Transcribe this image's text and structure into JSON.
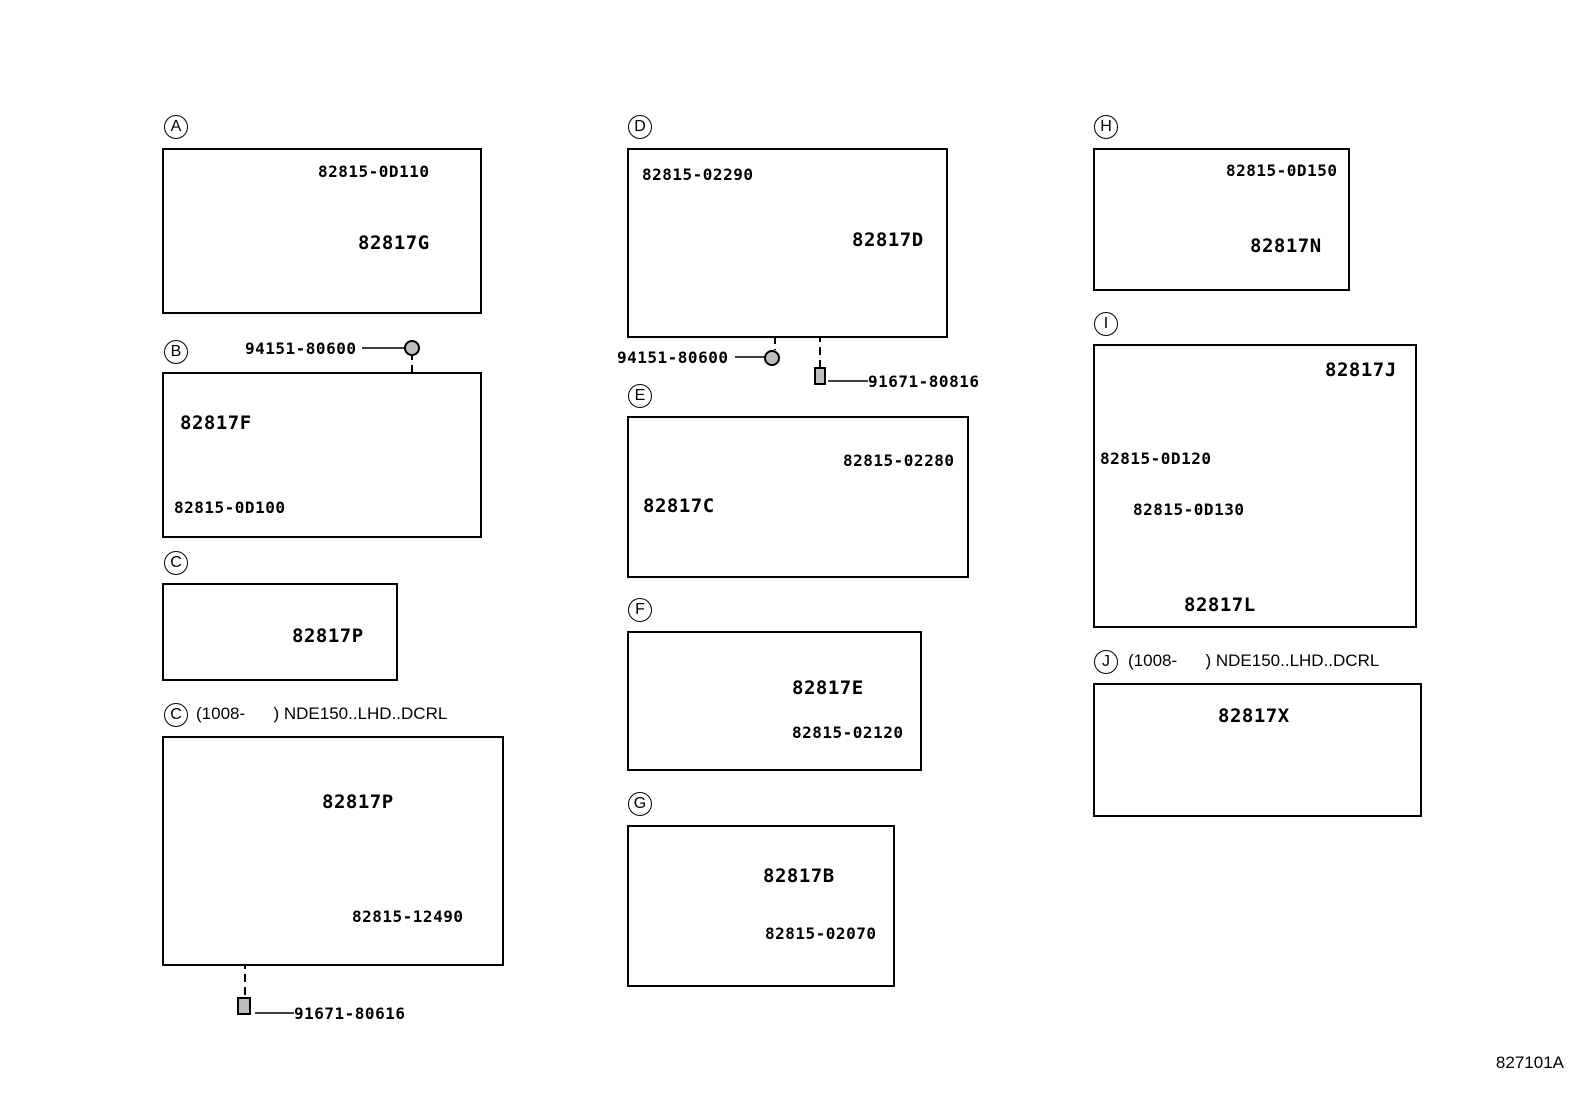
{
  "diagram_code": "827101A",
  "groups": [
    {
      "id": "A",
      "note": "",
      "parts": [
        "82815-0D110",
        "82817G"
      ]
    },
    {
      "id": "B",
      "note": "",
      "parts": [
        "94151-80600",
        "82817F",
        "82815-0D100"
      ]
    },
    {
      "id": "C",
      "note": "",
      "parts": [
        "82817P"
      ]
    },
    {
      "id": "C",
      "note": "(1008-      ) NDE150..LHD..DCRL",
      "parts": [
        "82817P",
        "82815-12490",
        "91671-80616"
      ]
    },
    {
      "id": "D",
      "note": "",
      "parts": [
        "82815-02290",
        "82817D",
        "94151-80600",
        "91671-80816"
      ]
    },
    {
      "id": "E",
      "note": "",
      "parts": [
        "82815-02280",
        "82817C"
      ]
    },
    {
      "id": "F",
      "note": "",
      "parts": [
        "82817E",
        "82815-02120"
      ]
    },
    {
      "id": "G",
      "note": "",
      "parts": [
        "82817B",
        "82815-02070"
      ]
    },
    {
      "id": "H",
      "note": "",
      "parts": [
        "82815-0D150",
        "82817N"
      ]
    },
    {
      "id": "I",
      "note": "",
      "parts": [
        "82817J",
        "82815-0D120",
        "82815-0D130",
        "82817L"
      ]
    },
    {
      "id": "J",
      "note": "(1008-      ) NDE150..LHD..DCRL",
      "parts": [
        "82817X"
      ]
    }
  ]
}
